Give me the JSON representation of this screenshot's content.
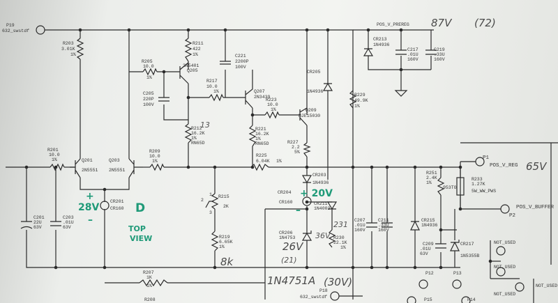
{
  "ports": {
    "p19": "P19",
    "p19_net": "632_swstdf",
    "p18": "P18",
    "p18_net": "632_swstdf",
    "p1": "P1",
    "p1_net": "POS_V_REG",
    "p2": "P2",
    "p2_net": "POS_V_BUFFER",
    "p12": "P12",
    "p13": "P13",
    "p14": "P14",
    "p15": "P15",
    "prereg_net": "POS_V_PREREG"
  },
  "components": {
    "r203": [
      "R203",
      "3.01K",
      "1%"
    ],
    "r211": [
      "R211",
      "422",
      "1%"
    ],
    "r205": [
      "R205",
      "10.0",
      "1%"
    ],
    "q205": [
      "Q205",
      "2N5401"
    ],
    "c221": [
      "C221",
      "2200P",
      "100V"
    ],
    "c205": [
      "C205",
      "220P",
      "100V"
    ],
    "r217": [
      "R217",
      "10.0",
      "1%"
    ],
    "q207": [
      "Q207",
      "2N3439"
    ],
    "r223": [
      "R223",
      "10.0",
      "1%"
    ],
    "q209": [
      "Q209",
      "MJE15030"
    ],
    "cr205": [
      "CR205",
      "1N4936"
    ],
    "r229": [
      "R229",
      "49.9K",
      "1%"
    ],
    "cr213": [
      "CR213",
      "1N4936"
    ],
    "c217": [
      "C217",
      ".01U",
      "160V"
    ],
    "c219": [
      "C219",
      ".33U",
      "160V"
    ],
    "r212": [
      "R212",
      "16.2K",
      "1%",
      "RN65D"
    ],
    "r221": [
      "R221",
      "16.2K",
      "1%",
      "RN65D"
    ],
    "r225": [
      "R225",
      "6.04K",
      "1%"
    ],
    "r227": [
      "R227",
      "2.2",
      "5%"
    ],
    "r201": [
      "R201",
      "10.0",
      "1%"
    ],
    "q201": [
      "Q201",
      "2N5551"
    ],
    "q203": [
      "Q203",
      "2N5551"
    ],
    "r209": [
      "R209",
      "10.0",
      "1%"
    ],
    "cr203": [
      "CR203",
      "1N4936"
    ],
    "r251": [
      "R251",
      "2.4K",
      "1%",
      "953TO"
    ],
    "r233": [
      "R233",
      "1.27K",
      "5W_WW_PWS"
    ],
    "r215": [
      "R215",
      "2K"
    ],
    "cr204": [
      "CR204"
    ],
    "cr160": [
      "CR160"
    ],
    "cr211": [
      "CR211",
      "1N4003"
    ],
    "cr215": [
      "CR215",
      "1N4936"
    ],
    "c201": [
      "C201",
      "22U",
      "63V"
    ],
    "c203": [
      "C203",
      ".01U",
      "63V"
    ],
    "cr201": [
      "CR201",
      "CR160"
    ],
    "r219": [
      "R219",
      "6.65K",
      "1%"
    ],
    "cr206": [
      "CR206",
      "1N4753"
    ],
    "r230": [
      "R230",
      "22.1K",
      "1%"
    ],
    "c207": [
      "C207",
      ".01U",
      "160V"
    ],
    "c211": [
      "C211",
      ".33U",
      "160V"
    ],
    "c209": [
      "C209",
      ".01U",
      "63V"
    ],
    "cr217": [
      "CR217",
      "1N5355B"
    ],
    "r207": [
      "R207",
      "1K",
      "1%"
    ],
    "r208": [
      "R208"
    ],
    "not_used": "NOT_USED",
    "pot_pins": [
      "1",
      "2",
      "3"
    ]
  },
  "handwritten": {
    "v87": "87V",
    "v72": "(72)",
    "v65": "65V",
    "n13": "13",
    "v28": "28V",
    "plus": "+",
    "minus": "–",
    "d": "D",
    "top": "TOP",
    "view": "VIEW",
    "v20": "+ 20V",
    "v36": "36V",
    "n231": "231",
    "v26": "26V",
    "n21": "(21)",
    "n8k": "8k",
    "zener": "1N4751A",
    "v30": "(30V)"
  },
  "colors": {
    "ink": "#2a2a2a",
    "pencil": "#4a4a4a",
    "marker": "#1f9a78"
  }
}
